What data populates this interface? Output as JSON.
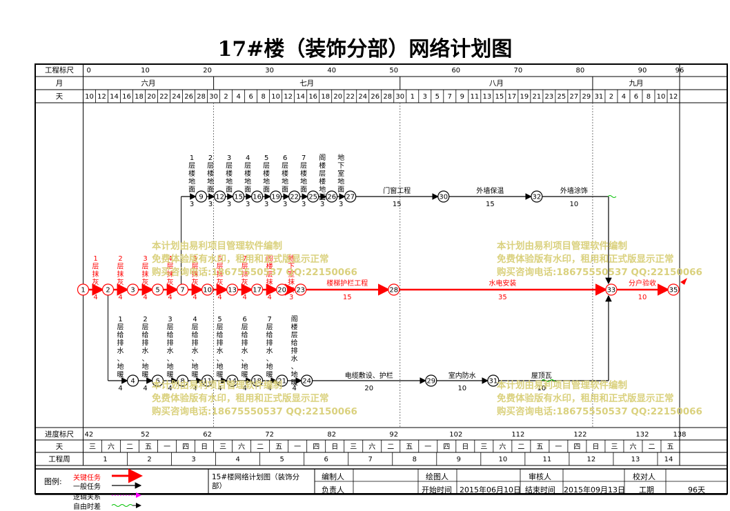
{
  "title": "17#楼（装饰分部）网络计划图",
  "scale": {
    "label": "工程标尺",
    "ticks": [
      "0",
      "10",
      "20",
      "30",
      "40",
      "50",
      "60",
      "70",
      "80",
      "90",
      "96"
    ]
  },
  "months": {
    "label": "月",
    "names": [
      "六月",
      "七月",
      "八月",
      "九月"
    ]
  },
  "days": {
    "label": "天",
    "values": [
      "10",
      "12",
      "14",
      "16",
      "18",
      "20",
      "22",
      "24",
      "26",
      "28",
      "30",
      "2",
      "4",
      "6",
      "8",
      "10",
      "12",
      "14",
      "16",
      "18",
      "20",
      "22",
      "24",
      "26",
      "28",
      "30",
      "1",
      "3",
      "5",
      "7",
      "9",
      "11",
      "13",
      "15",
      "17",
      "19",
      "21",
      "23",
      "25",
      "27",
      "29",
      "31",
      "2",
      "4",
      "6",
      "8",
      "10",
      "12"
    ]
  },
  "nodes": [
    "1",
    "2",
    "3",
    "5",
    "7",
    "10",
    "13",
    "17",
    "20",
    "23",
    "28",
    "33",
    "35",
    "9",
    "12",
    "15",
    "16",
    "19",
    "22",
    "25",
    "26",
    "27",
    "30",
    "32",
    "4",
    "6",
    "8",
    "11",
    "14",
    "18",
    "21",
    "24",
    "29",
    "31"
  ],
  "critical_tasks": [
    {
      "label": "1层抹灰",
      "dur": "4"
    },
    {
      "label": "2层抹灰",
      "dur": "4"
    },
    {
      "label": "3层抹灰",
      "dur": "4"
    },
    {
      "label": "4层抹灰",
      "dur": "4"
    },
    {
      "label": "5层抹灰",
      "dur": "4"
    },
    {
      "label": "6层抹灰",
      "dur": "4"
    },
    {
      "label": "7层抹灰",
      "dur": "4"
    },
    {
      "label": "阁楼层抹灰",
      "dur": "4"
    },
    {
      "label": "地下室抹灰",
      "dur": "3"
    },
    {
      "label": "楼梯护栏工程",
      "dur": "15"
    },
    {
      "label": "水电安装",
      "dur": "35"
    },
    {
      "label": "分户验收",
      "dur": "10"
    }
  ],
  "upper_tasks": [
    {
      "label": "1层楼地面",
      "dur": "3"
    },
    {
      "label": "2层楼地面",
      "dur": "3"
    },
    {
      "label": "3层楼地面",
      "dur": "3"
    },
    {
      "label": "4层楼地面",
      "dur": "3"
    },
    {
      "label": "5层楼地面",
      "dur": "3"
    },
    {
      "label": "6层楼地面",
      "dur": "3"
    },
    {
      "label": "7层楼地面",
      "dur": "3"
    },
    {
      "label": "阁楼层楼地面",
      "dur": "3"
    },
    {
      "label": "地下室地面",
      "dur": "3"
    },
    {
      "label": "门窗工程",
      "dur": "15"
    },
    {
      "label": "外墙保温",
      "dur": "15"
    },
    {
      "label": "外墙涂饰",
      "dur": "10"
    }
  ],
  "lower_tasks": [
    {
      "label": "1层给排水、地暖",
      "dur": "4"
    },
    {
      "label": "2层给排水、地暖",
      "dur": "4"
    },
    {
      "label": "3层给排水、地暖",
      "dur": "4"
    },
    {
      "label": "4层给排水、地暖",
      "dur": "4"
    },
    {
      "label": "5层给排水、地暖",
      "dur": "4"
    },
    {
      "label": "6层给排水、地暖",
      "dur": "4"
    },
    {
      "label": "7层给排水、地暖",
      "dur": "4"
    },
    {
      "label": "阁楼层给排水、地暖",
      "dur": "4"
    },
    {
      "label": "电缆敷设、护栏",
      "dur": "20"
    },
    {
      "label": "室内防水",
      "dur": "10"
    },
    {
      "label": "屋顶瓦",
      "dur": "10"
    }
  ],
  "watermark": {
    "line1": "本计划由易利项目管理软件编制",
    "line2": "免费体验版有水印，租用和正式版显示正常",
    "line3": "购买咨询电话:18675550537 QQ:22150066"
  },
  "progress": {
    "label": "进度标尺",
    "ticks": [
      "42",
      "52",
      "62",
      "72",
      "82",
      "92",
      "102",
      "112",
      "122",
      "132",
      "138"
    ]
  },
  "weekdays": {
    "label": "天",
    "values": [
      "三",
      "六",
      "二",
      "五",
      "一",
      "四",
      "日",
      "三",
      "六",
      "二",
      "五",
      "一",
      "四",
      "日",
      "三",
      "六",
      "二",
      "五",
      "一",
      "四",
      "日",
      "三",
      "六",
      "二",
      "五",
      "一",
      "四",
      "日",
      "三",
      "六",
      "二",
      "五"
    ]
  },
  "weeks": {
    "label": "工程周",
    "values": [
      "1",
      "2",
      "3",
      "4",
      "5",
      "6",
      "7",
      "8",
      "9",
      "10",
      "11",
      "12",
      "13",
      "14"
    ]
  },
  "legend": {
    "title": "图例:",
    "critical": "关键任务",
    "normal": "一般任务",
    "logic": "逻辑关系",
    "float": "自由时差",
    "colors": {
      "critical": "#ff0000",
      "normal": "#000000",
      "logic": "#ff00ff",
      "float": "#00c000"
    }
  },
  "info": {
    "plan_name": "15#楼网络计划图（装饰分部）",
    "editor_label": "编制人",
    "drawer_label": "绘图人",
    "reviewer_label": "审核人",
    "checker_label": "校对人",
    "owner_label": "负责人",
    "start_label": "开始时间",
    "start_value": "2015年06月10日",
    "end_label": "结束时间",
    "end_value": "2015年09月13日",
    "duration_label": "工期",
    "duration_value": "96天"
  }
}
